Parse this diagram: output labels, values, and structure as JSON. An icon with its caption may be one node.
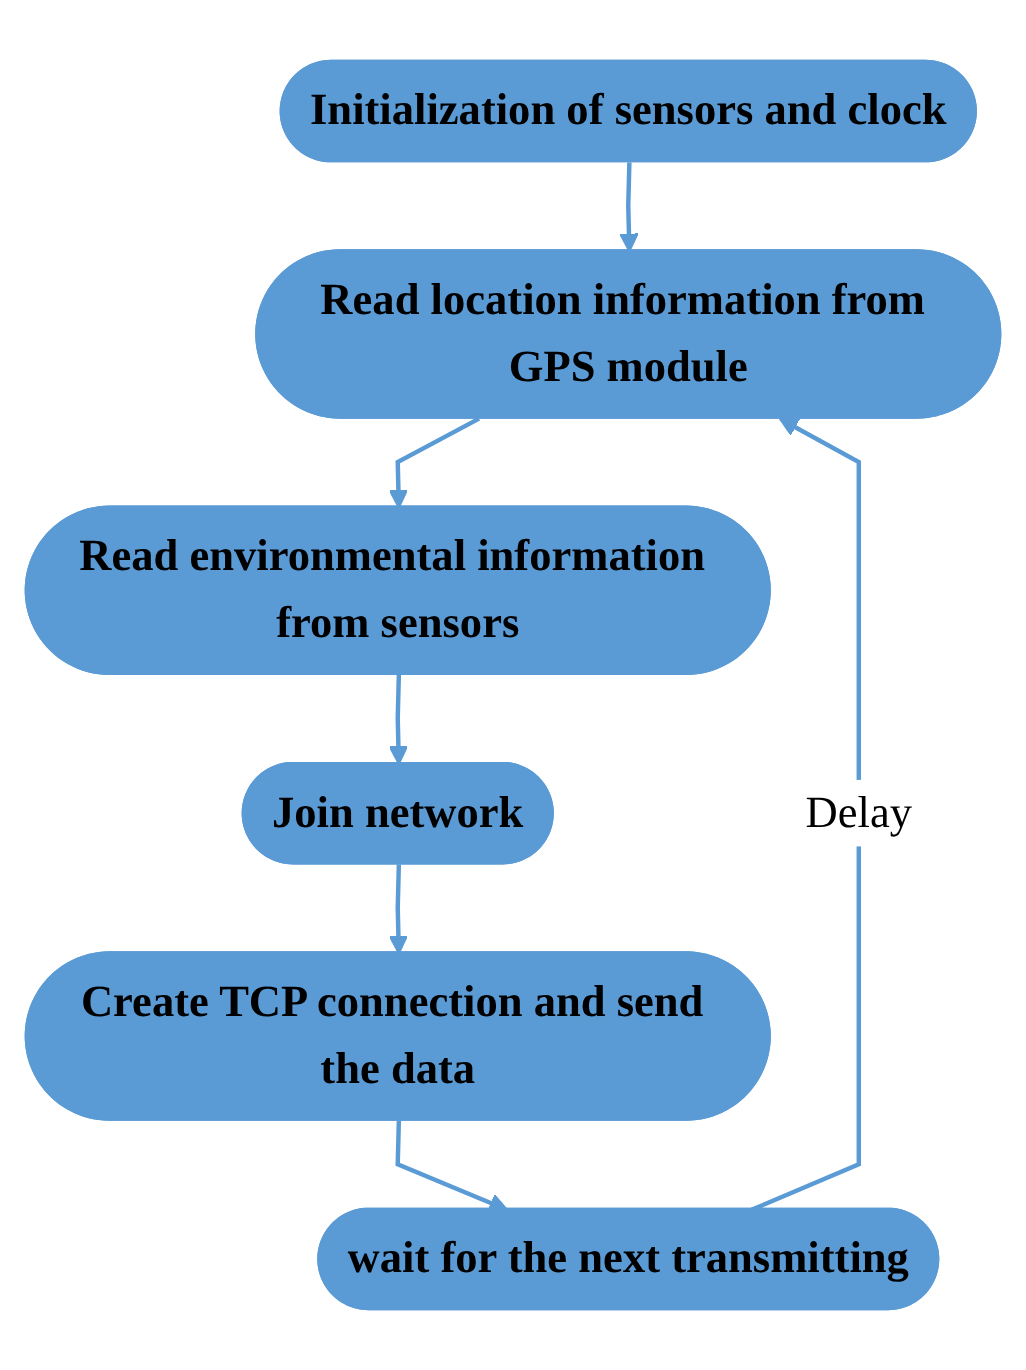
{
  "diagram": {
    "nodes": [
      {
        "text": [
          "Initialization of sensors and clock"
        ]
      },
      {
        "text": [
          "Read location information from GPS module"
        ]
      },
      {
        "text": [
          "Read environmental information from sensors"
        ]
      },
      {
        "text": [
          "Join network"
        ]
      },
      {
        "text": [
          "Create TCP connection and send the data"
        ]
      },
      {
        "text": [
          "wait for the next transmitting"
        ]
      }
    ],
    "edges": [
      {
        "from": 0,
        "to": 1,
        "arrow": "to"
      },
      {
        "from": 1,
        "to": 2,
        "arrow": "to"
      },
      {
        "from": 2,
        "to": 3,
        "arrow": "to"
      },
      {
        "from": 3,
        "to": 4,
        "arrow": "to"
      },
      {
        "from": 4,
        "to": 5,
        "arrow": "to"
      },
      {
        "from": 5,
        "to": 1,
        "arrow": "to",
        "label": "Delay"
      }
    ]
  }
}
